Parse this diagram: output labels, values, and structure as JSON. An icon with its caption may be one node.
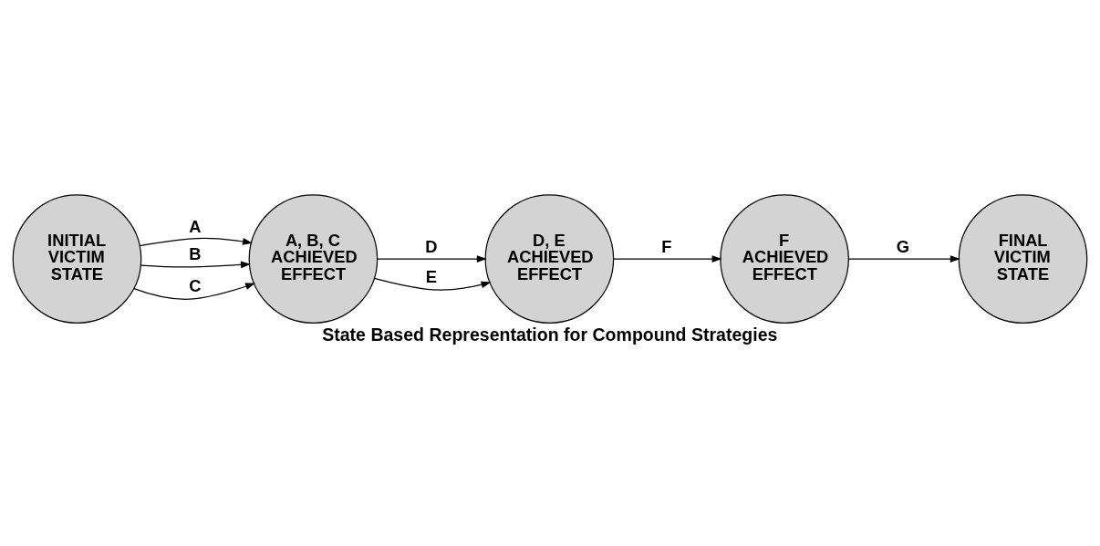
{
  "diagram": {
    "caption": "State Based Representation for Compound Strategies",
    "nodes": [
      {
        "text": [
          "INITIAL VICTIM STATE"
        ]
      },
      {
        "text": [
          "A, B, C ACHIEVED EFFECT"
        ]
      },
      {
        "text": [
          "D, E ACHIEVED EFFECT"
        ]
      },
      {
        "text": [
          "F ACHIEVED EFFECT"
        ]
      },
      {
        "text": [
          "FINAL VICTIM STATE"
        ]
      }
    ],
    "edges": [
      {
        "from": 0,
        "to": 1,
        "arrow": "to",
        "label": "A"
      },
      {
        "from": 0,
        "to": 1,
        "arrow": "to",
        "label": "B"
      },
      {
        "from": 0,
        "to": 1,
        "arrow": "to",
        "label": "C"
      },
      {
        "from": 1,
        "to": 2,
        "arrow": "to",
        "label": "D"
      },
      {
        "from": 1,
        "to": 2,
        "arrow": "to",
        "label": "E"
      },
      {
        "from": 2,
        "to": 3,
        "arrow": "to",
        "label": "F"
      },
      {
        "from": 3,
        "to": 4,
        "arrow": "to",
        "label": "G"
      }
    ]
  }
}
